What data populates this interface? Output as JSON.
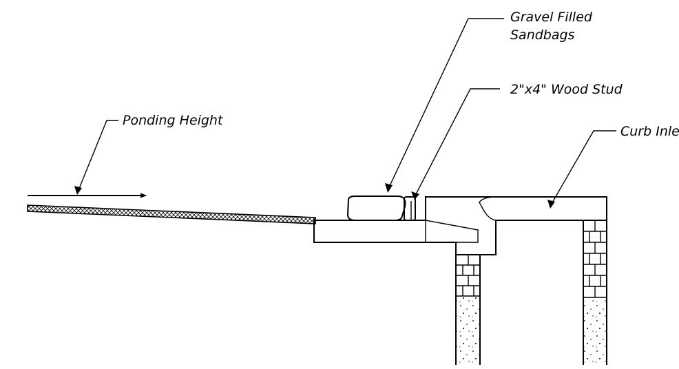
{
  "labels": {
    "gravel_bags_line1": "Gravel Filled",
    "gravel_bags_line2": "Sandbags",
    "wood_stud": "2\"x4\" Wood Stud",
    "ponding_height": "Ponding Height",
    "curb_inlet": "Curb Inle"
  }
}
